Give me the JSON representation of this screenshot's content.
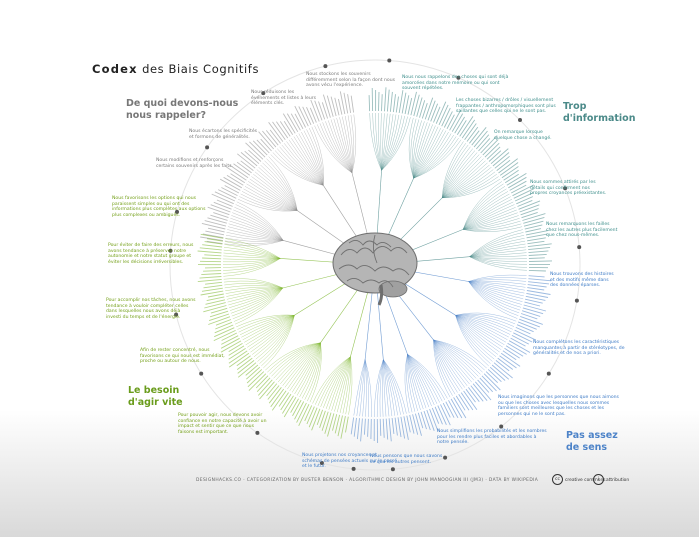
{
  "title": {
    "bold": "Codex",
    "rest": "des Biais Cognitifs"
  },
  "quadrants": [
    {
      "id": "memory",
      "lines": [
        "De quoi devons-nous",
        "nous rappeler?"
      ],
      "color": "#8a8a8a",
      "cls": "gray"
    },
    {
      "id": "info",
      "lines": [
        "Trop",
        "d'information"
      ],
      "color": "#4b8a89",
      "cls": "teal"
    },
    {
      "id": "act",
      "lines": [
        "Le besoin",
        "d'agir vite"
      ],
      "color": "#7ab52a",
      "cls": "green"
    },
    {
      "id": "meaning",
      "lines": [
        "Pas assez",
        "de sens"
      ],
      "color": "#4d83c8",
      "cls": "blue"
    }
  ],
  "notes": [
    {
      "cls": "gray",
      "lines": [
        "Nous stockons les souvenirs",
        "différemment selon la façon dont nous",
        "avons vécu l'expérience."
      ]
    },
    {
      "cls": "gray",
      "lines": [
        "Nous réduisons les",
        "événements et listes à leurs",
        "éléments clés."
      ]
    },
    {
      "cls": "gray",
      "lines": [
        "Nous écartons les spécificités",
        "et formons de généralités."
      ]
    },
    {
      "cls": "gray",
      "lines": [
        "Nous modifions et renforçons",
        "certains souvenirs après les faits."
      ]
    },
    {
      "cls": "teal",
      "lines": [
        "Nous nous rappelons des choses qui sont déjà",
        "amorcées dans notre mémoire ou qui sont",
        "souvent répétées."
      ]
    },
    {
      "cls": "teal",
      "lines": [
        "Les choses bizarres / drôles / visuellement",
        "frappantes / anthropomorphiques sont plus",
        "saillantes que celles qui ne le sont pas."
      ]
    },
    {
      "cls": "teal",
      "lines": [
        "On remarque lorsque",
        "quelque chose a changé."
      ]
    },
    {
      "cls": "teal",
      "lines": [
        "Nous sommes attirés par les",
        "détails qui confirment nos",
        "propres croyances préexistantes."
      ]
    },
    {
      "cls": "teal",
      "lines": [
        "Nous remarquons les failles",
        "chez les autres plus facilement",
        "que chez nous-mêmes."
      ]
    },
    {
      "cls": "blue",
      "lines": [
        "Nous trouvons des histoires",
        "et des motifs même dans",
        "des données éparses."
      ]
    },
    {
      "cls": "blue",
      "lines": [
        "Nous complétons les caractéristiques",
        "manquantes à partir de stéréotypes, de",
        "généralités et de nos a priori."
      ]
    },
    {
      "cls": "blue",
      "lines": [
        "Nous imaginons que les personnes que nous aimons",
        "ou que les choses avec lesquelles nous sommes",
        "familiers sont meilleures que les choses et les",
        "personnes qui ne le sont pas."
      ]
    },
    {
      "cls": "blue",
      "lines": [
        "Nous simplifions les probabilités et les nombres",
        "pour les rendre plus faciles et abordables à",
        "notre pensée."
      ]
    },
    {
      "cls": "blue",
      "lines": [
        "Nous pensons que nous savons",
        "ce que les autres pensent."
      ]
    },
    {
      "cls": "blue",
      "lines": [
        "Nous projetons nos croyances et",
        "schémas de pensées actuels sur le passé",
        "et le futur."
      ]
    },
    {
      "cls": "green",
      "lines": [
        "Nous favorisons les options qui nous",
        "paraissent simples ou qui ont des",
        "informations plus complètes aux options",
        "plus complexes ou ambiguës."
      ]
    },
    {
      "cls": "green",
      "lines": [
        "Pour éviter de faire des erreurs, nous",
        "avons tendance à préserver notre",
        "autonomie et notre statut groupe et",
        "éviter les décisions irréversibles."
      ]
    },
    {
      "cls": "green",
      "lines": [
        "Pour accomplir nos tâches, nous avons",
        "tendance à vouloir compléter celles",
        "dans lesquelles nous avons déjà",
        "investi du temps et de l'énergie."
      ]
    },
    {
      "cls": "green",
      "lines": [
        "Afin de rester concentré, nous",
        "favorisons ce qui nous est immédiat,",
        "proche ou autour de nous."
      ]
    },
    {
      "cls": "green",
      "lines": [
        "Pour pouvoir agir, nous devons avoir",
        "confiance en notre capacité à avoir un",
        "impact et sentir que ce que nous",
        "faisons est important."
      ]
    }
  ],
  "footer": "DESIGNHACKS.CO · CATEGORIZATION BY BUSTER BENSON · ALGORITHMIC DESIGN BY JOHN MANOOGIAN III (JM3) · DATA BY WIKIPEDIA",
  "license": {
    "cc_label": "creative commons",
    "by_label": "attribution"
  },
  "colors": {
    "gray": "#8a8a8a",
    "teal": "#4b8a89",
    "green": "#7ab52a",
    "blue": "#4d83c8"
  }
}
